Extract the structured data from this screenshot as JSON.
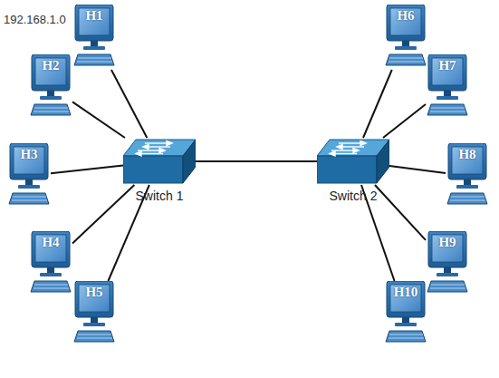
{
  "diagram": {
    "nodes": [
      {
        "text": [
          "H1"
        ]
      },
      {
        "text": [
          "H2"
        ]
      },
      {
        "text": [
          "H3"
        ]
      },
      {
        "text": [
          "H4"
        ]
      },
      {
        "text": [
          "H5"
        ]
      },
      {
        "text": [
          "Switch 1"
        ]
      },
      {
        "text": [
          "Switch 2"
        ]
      },
      {
        "text": [
          "H6"
        ]
      },
      {
        "text": [
          "H7"
        ]
      },
      {
        "text": [
          "H8"
        ]
      },
      {
        "text": [
          "H9"
        ]
      },
      {
        "text": [
          "H10"
        ]
      }
    ],
    "edges": [
      {
        "from": 0,
        "to": 5,
        "arrow": "none"
      },
      {
        "from": 1,
        "to": 5,
        "arrow": "none"
      },
      {
        "from": 2,
        "to": 5,
        "arrow": "none"
      },
      {
        "from": 3,
        "to": 5,
        "arrow": "none"
      },
      {
        "from": 4,
        "to": 5,
        "arrow": "none"
      },
      {
        "from": 5,
        "to": 6,
        "arrow": "none"
      },
      {
        "from": 6,
        "to": 7,
        "arrow": "none"
      },
      {
        "from": 6,
        "to": 8,
        "arrow": "none"
      },
      {
        "from": 6,
        "to": 9,
        "arrow": "none"
      },
      {
        "from": 6,
        "to": 10,
        "arrow": "none"
      },
      {
        "from": 6,
        "to": 11,
        "arrow": "none"
      }
    ],
    "labels": [
      "192.168.1.0"
    ]
  }
}
